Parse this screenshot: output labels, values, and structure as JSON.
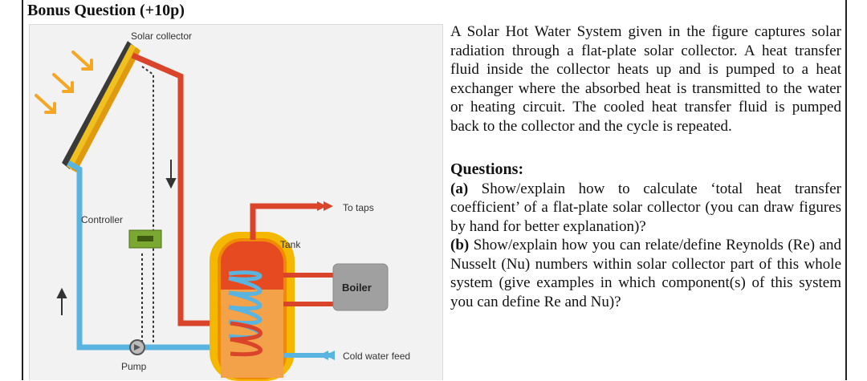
{
  "heading": "Bonus Question (+10p)",
  "figure": {
    "labels": {
      "solar_collector": "Solar collector",
      "controller": "Controller",
      "tank": "Tank",
      "to_taps": "To taps",
      "boiler": "Boiler",
      "cold_water_feed": "Cold water feed",
      "pump": "Pump"
    },
    "colors": {
      "hot_pipe": "#d9442a",
      "cold_pipe": "#5ab4e0",
      "tank_glow": "#f5b800",
      "collector_frame": "#f0c020",
      "arrows": "#f5a623"
    }
  },
  "intro": "A Solar Hot Water System given in the figure captures solar radiation through a flat-plate solar collector. A heat transfer fluid inside the collector heats up and is pumped to a heat exchanger where the absorbed heat is transmitted to the water or heating circuit. The cooled heat transfer fluid is pumped back to the collector and the cycle is repeated.",
  "questions": {
    "title": "Questions:",
    "a_label": "(a)",
    "a_text": " Show/explain how to calculate ‘total heat transfer coefficient’ of a flat-plate solar collector (you can draw figures by hand for better explanation)?",
    "b_label": "(b)",
    "b_text": " Show/explain how you can relate/define Reynolds (Re) and Nusselt (Nu) numbers within solar collector part of this whole system (give examples in which component(s) of this system you can define Re and Nu)?"
  }
}
